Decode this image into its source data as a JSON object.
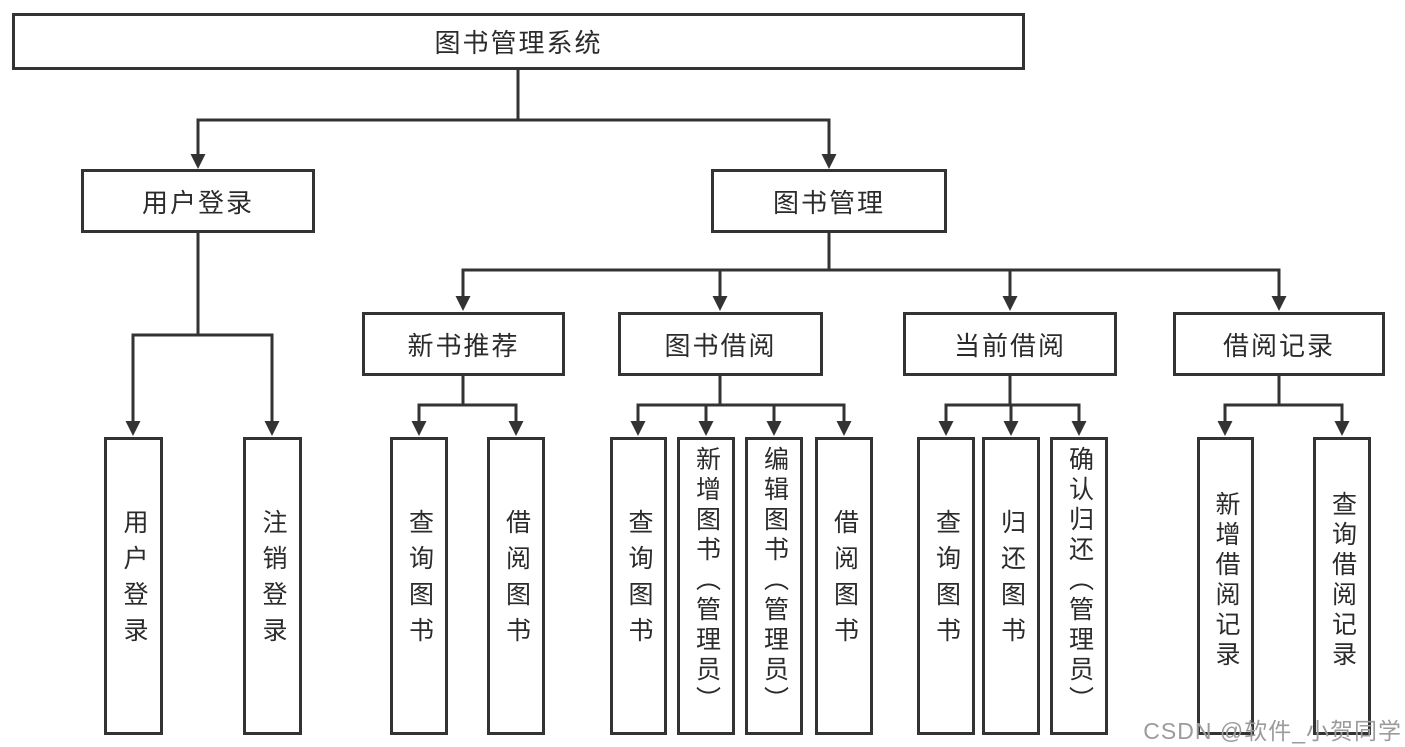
{
  "diagram_title": "图书管理系统",
  "watermark": "CSDN @软件_小贺同学",
  "colors": {
    "line": "#333333",
    "text": "#2b2b2b",
    "watermark": "#9b9b9b",
    "background": "#ffffff"
  },
  "nodes": {
    "root": {
      "label": "图书管理系统"
    },
    "user-login": {
      "label": "用户登录"
    },
    "book-mgmt": {
      "label": "图书管理"
    },
    "new-book-rec": {
      "label": "新书推荐"
    },
    "book-borrow": {
      "label": "图书借阅"
    },
    "current-borrow": {
      "label": "当前借阅"
    },
    "borrow-records": {
      "label": "借阅记录"
    },
    "leaf-user-login": {
      "label": "用户登录"
    },
    "leaf-logout": {
      "label": "注销登录"
    },
    "leaf-query-book-1": {
      "label": "查询图书"
    },
    "leaf-borrow-book-1": {
      "label": "借阅图书"
    },
    "leaf-query-book-2": {
      "label": "查询图书"
    },
    "leaf-add-book": {
      "label": "新增图书（管理员）"
    },
    "leaf-edit-book": {
      "label": "编辑图书（管理员）"
    },
    "leaf-borrow-book-2": {
      "label": "借阅图书"
    },
    "leaf-query-book-3": {
      "label": "查询图书"
    },
    "leaf-return-book": {
      "label": "归还图书"
    },
    "leaf-confirm-return": {
      "label": "确认归还（管理员）"
    },
    "leaf-add-record": {
      "label": "新增借阅记录"
    },
    "leaf-query-record": {
      "label": "查询借阅记录"
    }
  },
  "hierarchy": {
    "图书管理系统": {
      "用户登录": [
        "用户登录",
        "注销登录"
      ],
      "图书管理": {
        "新书推荐": [
          "查询图书",
          "借阅图书"
        ],
        "图书借阅": [
          "查询图书",
          "新增图书（管理员）",
          "编辑图书（管理员）",
          "借阅图书"
        ],
        "当前借阅": [
          "查询图书",
          "归还图书",
          "确认归还（管理员）"
        ],
        "借阅记录": [
          "新增借阅记录",
          "查询借阅记录"
        ]
      }
    }
  }
}
